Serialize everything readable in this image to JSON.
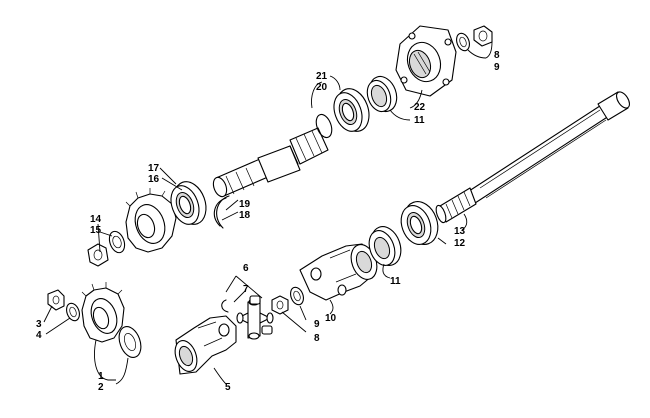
{
  "callouts": {
    "c1": "1",
    "c2": "2",
    "c3": "3",
    "c4": "4",
    "c5": "5",
    "c6": "6",
    "c7": "7",
    "c8a": "8",
    "c9a": "9",
    "c8b": "8",
    "c9b": "9",
    "c10": "10",
    "c11a": "11",
    "c11b": "11",
    "c12": "12",
    "c13": "13",
    "c14": "14",
    "c15": "15",
    "c16": "16",
    "c17": "17",
    "c18": "18",
    "c19": "19",
    "c20": "20",
    "c21": "21",
    "c22": "22"
  }
}
